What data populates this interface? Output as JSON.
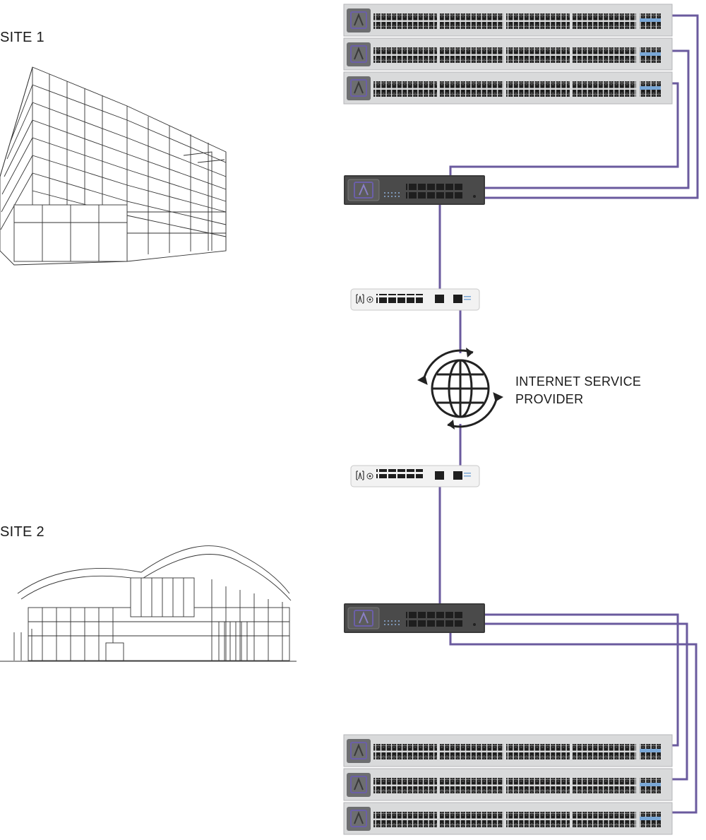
{
  "labels": {
    "site1": "SITE 1",
    "site2": "SITE 2",
    "isp_line1": "INTERNET SERVICE",
    "isp_line2": "PROVIDER"
  },
  "colors": {
    "cable": "#6a5a9e",
    "switch_body": "#d9dadb",
    "switch_dark": "#2b2b2b",
    "gateway_body": "#f2f2f2",
    "port": "#1e1e1e",
    "logo_accent": "#6b5fa8"
  },
  "icons": {
    "building_site1": "office-building-icon",
    "building_site2": "curved-roof-building-icon",
    "internet": "globe-sync-icon",
    "switch_logo": "a-logo-icon"
  },
  "devices": {
    "site1_switches": 3,
    "site2_switches": 3,
    "aggregation_switches": 2,
    "gateways": 2
  }
}
